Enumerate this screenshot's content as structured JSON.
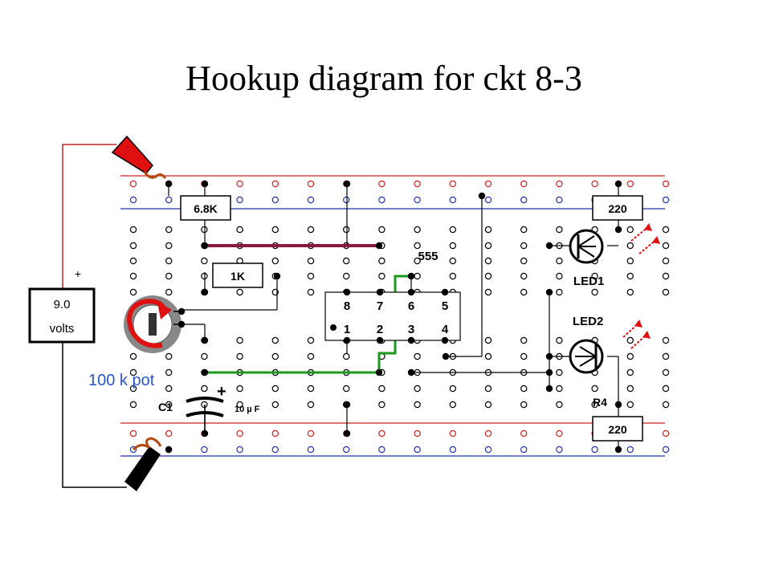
{
  "title": "Hookup diagram for ckt 8-3",
  "battery": {
    "plus": "+",
    "voltage": "9.0",
    "unit": "volts"
  },
  "resistors": {
    "r1": "6.8K",
    "r2": "1K",
    "r3": "220",
    "r4": "220"
  },
  "ic": {
    "name": "555",
    "pins_top": [
      "8",
      "7",
      "6",
      "5"
    ],
    "pins_bottom": [
      "1",
      "2",
      "3",
      "4"
    ]
  },
  "pot_label": "100 k pot",
  "capacitor": {
    "name": "C1",
    "value": "10 µ F",
    "plus": "+"
  },
  "leds": {
    "led1": "LED1",
    "led2": "LED2"
  },
  "r4_label": "R4",
  "colors": {
    "rail_pos": "#cc2222",
    "rail_neg": "#2233aa",
    "jumper_maroon": "#8b1a3a",
    "jumper_green": "#1a9a1a",
    "pot_label": "#2a55c8",
    "clip_red": "#e01010",
    "clip_black": "#000000"
  }
}
